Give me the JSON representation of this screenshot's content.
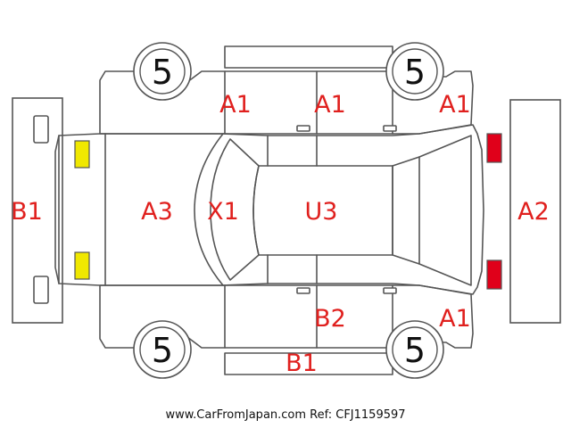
{
  "tires": {
    "front_left": "5",
    "front_right": "5",
    "rear_left": "5",
    "rear_right": "5"
  },
  "codes": {
    "roof": "U3",
    "windshield": "X1",
    "hood": "A3",
    "front_bumper": "B1",
    "rear_bumper": "A2",
    "left_front_door": "A1",
    "left_rear_door": "A1",
    "left_rear_quarter": "A1",
    "right_rear_door": "B2",
    "right_rear_quarter": "A1",
    "right_sill": "B1"
  },
  "light_colors": {
    "front": "#f0e800",
    "rear": "#e0001a"
  },
  "footer": "www.CarFromJapan.com Ref: CFJ1159597"
}
